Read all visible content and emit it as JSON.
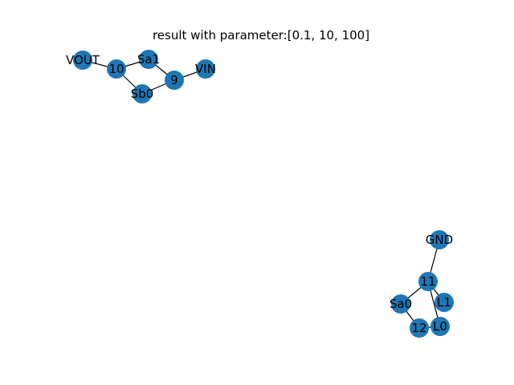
{
  "title": "result with parameter:[0.1, 10, 100]",
  "node_color": "#1f77b4",
  "edge_color": "#000000",
  "nodes": [
    {
      "id": "VOUT",
      "label": "VOUT"
    },
    {
      "id": "10",
      "label": "10"
    },
    {
      "id": "Sa1",
      "label": "Sa1"
    },
    {
      "id": "9",
      "label": "9"
    },
    {
      "id": "VIN",
      "label": "VIN"
    },
    {
      "id": "Sb0",
      "label": "Sb0"
    },
    {
      "id": "GND",
      "label": "GND"
    },
    {
      "id": "11",
      "label": "11"
    },
    {
      "id": "Sa0",
      "label": "Sa0"
    },
    {
      "id": "L1",
      "label": "L1"
    },
    {
      "id": "12",
      "label": "12"
    },
    {
      "id": "L0",
      "label": "L0"
    }
  ],
  "edges": [
    [
      "VOUT",
      "10"
    ],
    [
      "10",
      "Sa1"
    ],
    [
      "10",
      "Sb0"
    ],
    [
      "Sa1",
      "9"
    ],
    [
      "Sb0",
      "9"
    ],
    [
      "9",
      "VIN"
    ],
    [
      "GND",
      "11"
    ],
    [
      "11",
      "Sa0"
    ],
    [
      "11",
      "L1"
    ],
    [
      "11",
      "L0"
    ],
    [
      "Sa0",
      "12"
    ],
    [
      "12",
      "L0"
    ]
  ]
}
